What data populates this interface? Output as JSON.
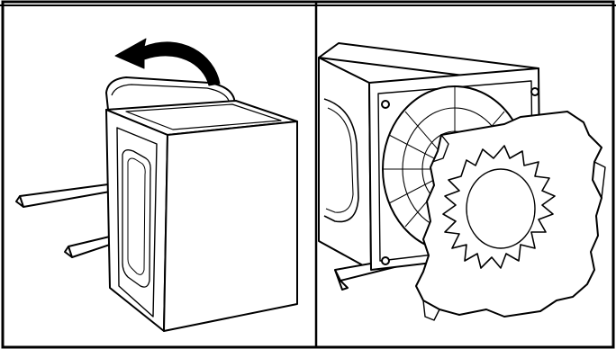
{
  "figure": {
    "panels": [
      {
        "id": "left",
        "content": "washer-lid-being-removed"
      },
      {
        "id": "right",
        "content": "washer-drum-with-foam-packing-insert"
      }
    ],
    "colors": {
      "line": "#000000",
      "background": "#ffffff",
      "arrow_fill": "#000000"
    },
    "icons": [
      "curved-arrow-icon"
    ]
  }
}
